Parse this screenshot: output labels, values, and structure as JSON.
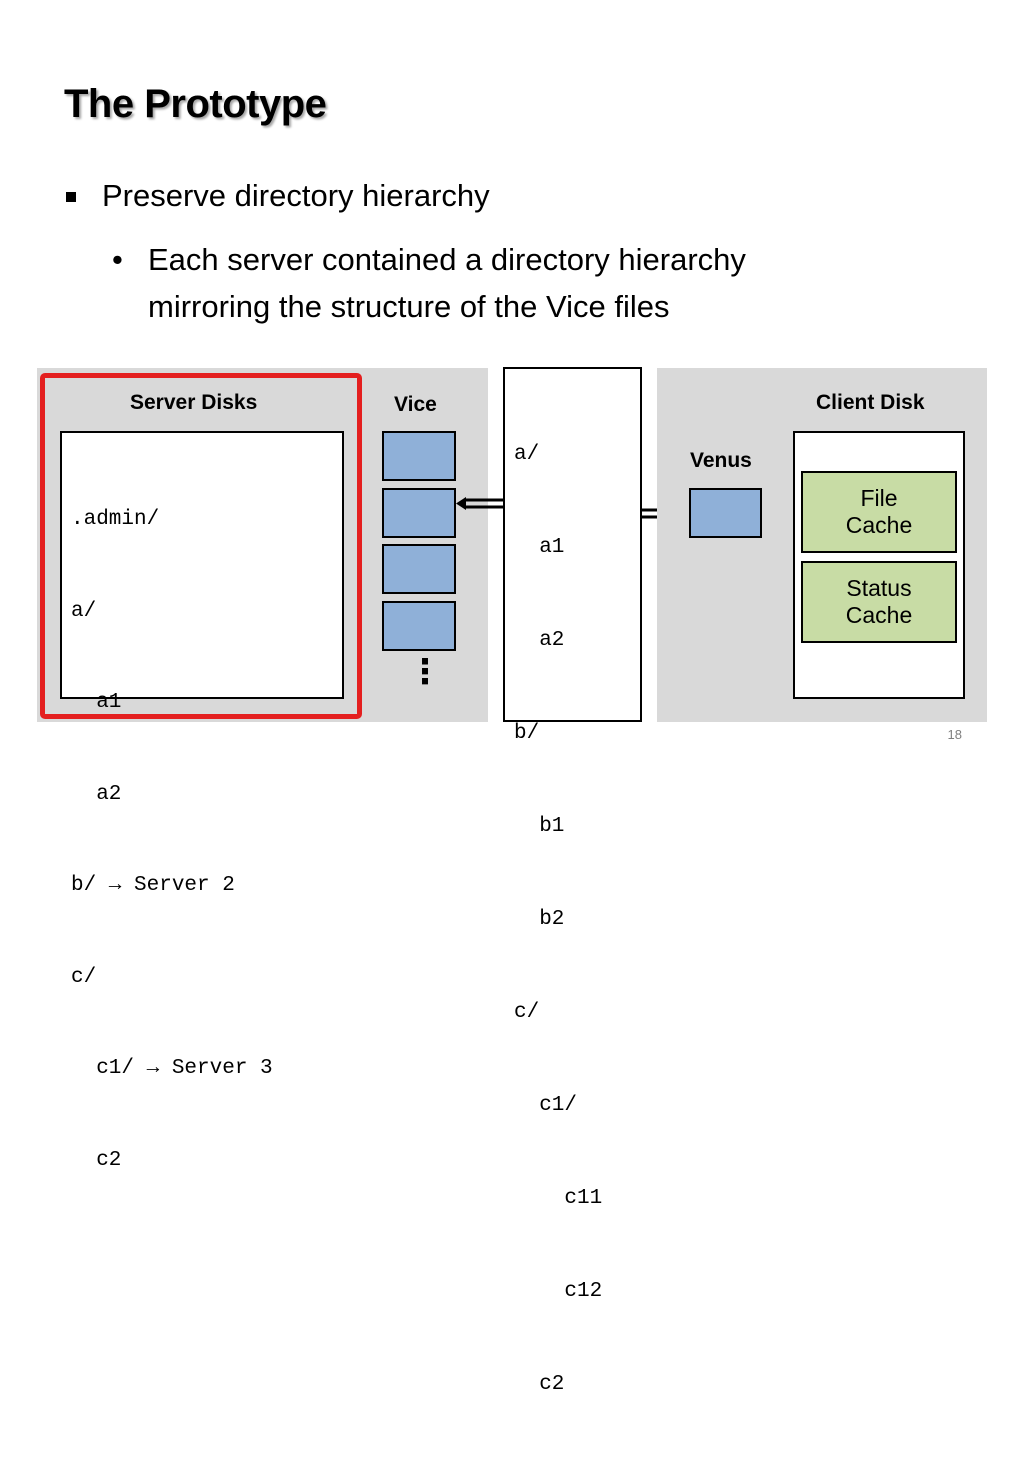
{
  "slide": {
    "title": "The Prototype",
    "bullet1": "Preserve directory hierarchy",
    "bullet2_marker": "•",
    "bullet2_line1": "Each server contained a directory hierarchy",
    "bullet2_line2": "mirroring the structure of the Vice files",
    "page_number": "18"
  },
  "diagram": {
    "server_disks_label": "Server Disks",
    "server_tree": [
      ".admin/",
      "a/",
      "  a1",
      "  a2",
      "b/ → Server 2",
      "c/",
      "  c1/ → Server 3",
      "  c2"
    ],
    "vice_label": "Vice",
    "vice_ellipsis": "⋮",
    "vice_tree": [
      "a/",
      "  a1",
      "  a2",
      "b/",
      "  b1",
      "  b2",
      "c/",
      "  c1/",
      "    c11",
      "    c12",
      "  c2"
    ],
    "venus_label": "Venus",
    "client_disk_label": "Client Disk",
    "file_cache_label_1": "File",
    "file_cache_label_2": "Cache",
    "status_cache_label_1": "Status",
    "status_cache_label_2": "Cache",
    "colors": {
      "panel_gray": "#d9d9d9",
      "highlight_red": "#e41f1f",
      "block_blue": "#8fb0d8",
      "cache_green": "#c8dca5"
    }
  }
}
